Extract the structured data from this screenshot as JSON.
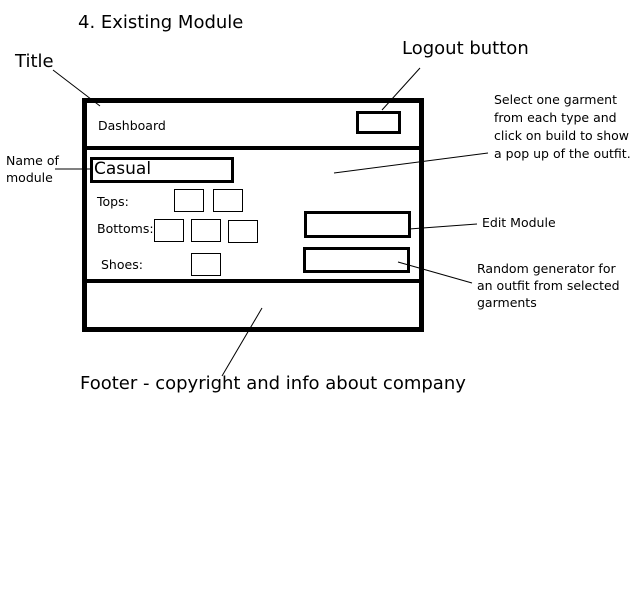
{
  "heading": "4. Existing Module",
  "annotations": {
    "title": "Title",
    "logout": "Logout button",
    "name_of_module": "Name of module",
    "select_note": "Select one garment from each type and click on build to show a pop up of the outfit.",
    "edit_module": "Edit Module",
    "random_generator": "Random generator for an outfit from selected garments",
    "footer": "Footer - copyright and info about company"
  },
  "mockup": {
    "dashboard_label": "Dashboard",
    "module_name": "Casual",
    "tops_label": "Tops:",
    "bottoms_label": "Bottoms:",
    "shoes_label": "Shoes:"
  }
}
